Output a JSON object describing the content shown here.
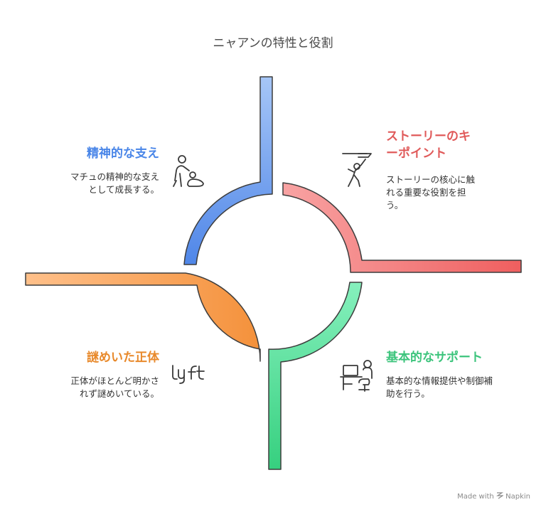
{
  "title": "ニャアンの特性と役割",
  "sections": {
    "top_left": {
      "heading": "精神的な支え",
      "desc_lines": [
        "マチュの精神的な支え",
        "として成長する。"
      ],
      "color": "#4a86e8",
      "icon": "caregiver-holding-child-icon"
    },
    "top_right": {
      "heading_lines": [
        "ストーリーのキ",
        "ーポイント"
      ],
      "desc_lines": [
        "ストーリーの核心に触",
        "れる重要な役割を担",
        "う。"
      ],
      "color": "#e05a5a",
      "icon": "signpost-person-icon"
    },
    "bottom_left": {
      "heading": "謎めいた正体",
      "desc_lines": [
        "正体がほとんど明かさ",
        "れず謎めいている。"
      ],
      "color": "#e8892b",
      "icon": "lyft-logo-icon"
    },
    "bottom_right": {
      "heading": "基本的なサポート",
      "desc_lines": [
        "基本的な情報提供や制御補",
        "助を行う。"
      ],
      "color": "#3cc47c",
      "icon": "person-at-computer-icon"
    }
  },
  "credit": "Made with",
  "credit_brand": "Napkin"
}
